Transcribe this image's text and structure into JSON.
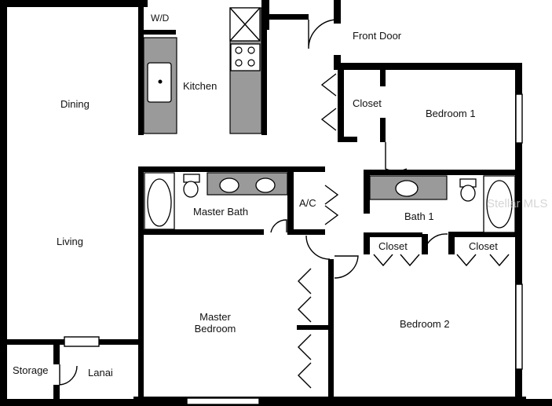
{
  "rooms": {
    "wd": "W/D",
    "front_door": "Front Door",
    "kitchen": "Kitchen",
    "dining": "Dining",
    "closet_top": "Closet",
    "bedroom1": "Bedroom 1",
    "master_bath": "Master Bath",
    "ac": "A/C",
    "bath1": "Bath 1",
    "living": "Living",
    "closet_b2_left": "Closet",
    "closet_b2_right": "Closet",
    "master_bedroom_line1": "Master",
    "master_bedroom_line2": "Bedroom",
    "bedroom2": "Bedroom 2",
    "storage": "Storage",
    "lanai": "Lanai"
  },
  "watermark": "Stellar MLS"
}
